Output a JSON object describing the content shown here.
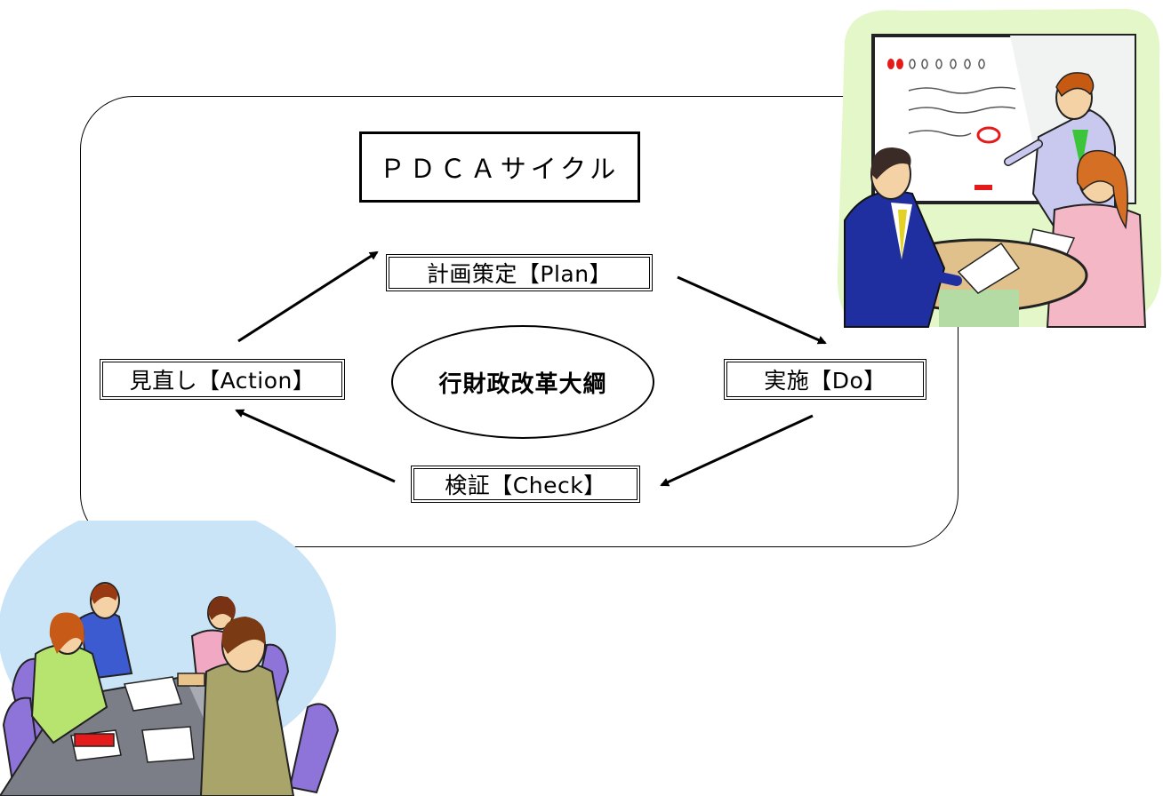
{
  "diagram": {
    "title": "ＰＤＣＡサイクル",
    "center": "行財政改革大綱",
    "steps": {
      "plan": "計画策定【Plan】",
      "do": "実施【Do】",
      "check": "検証【Check】",
      "action": "見直し【Action】"
    }
  },
  "colors": {
    "whiteboard_bg": "#e3f7c8",
    "meeting_bg": "#c9e4f7",
    "suit_blue": "#1f2fa0",
    "chair_purple": "#8e74d8",
    "table_gray": "#7b7e86",
    "red_marker": "#e31b1b"
  },
  "illustrations": {
    "top_right": "presentation-whiteboard-meeting",
    "bottom_left": "team-table-meeting"
  }
}
